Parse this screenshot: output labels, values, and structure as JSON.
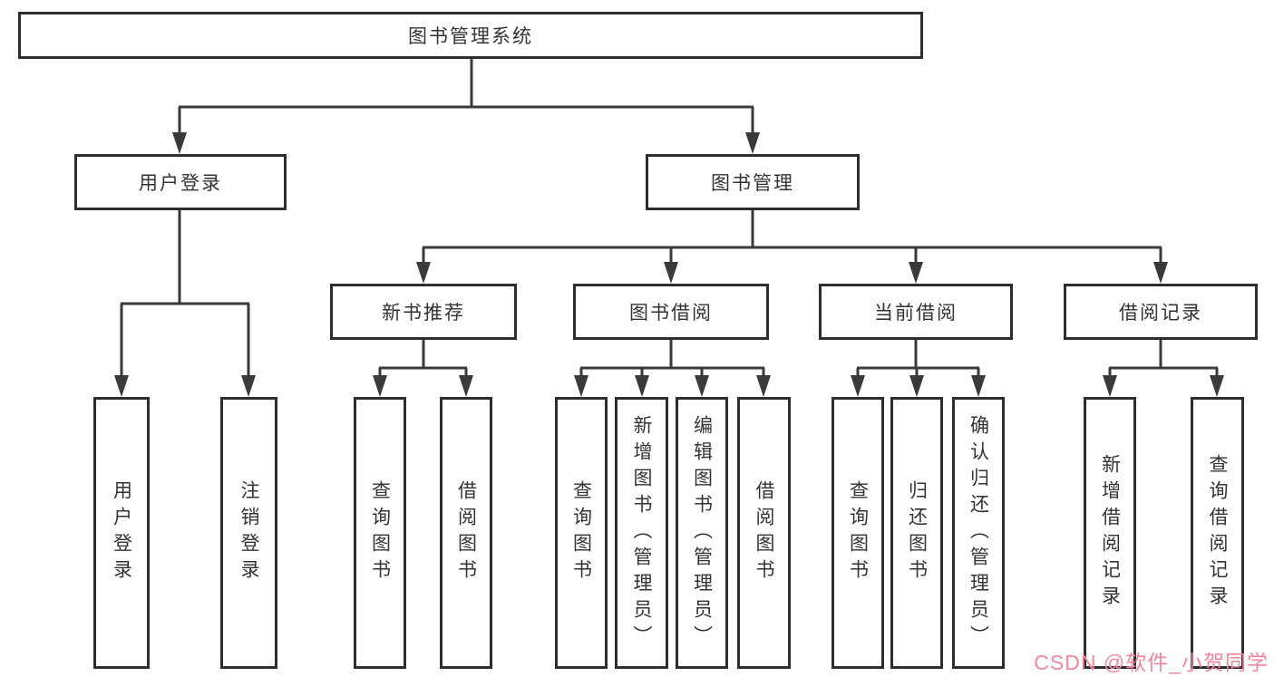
{
  "colors": {
    "box_border": "#2e2e2e",
    "connector_line": "#3a3a3a",
    "text": "#333333",
    "watermark_pink": "#f2879c",
    "background": "#ffffff"
  },
  "watermark": {
    "text": "CSDN @软件_小贺同学"
  },
  "tree": {
    "root": {
      "label": "图书管理系统"
    },
    "level2": [
      {
        "label": "用户登录",
        "children": [
          {
            "label": "用户登录"
          },
          {
            "label": "注销登录"
          }
        ]
      },
      {
        "label": "图书管理",
        "children": [
          {
            "label": "新书推荐",
            "children": [
              {
                "label": "查询图书"
              },
              {
                "label": "借阅图书"
              }
            ]
          },
          {
            "label": "图书借阅",
            "children": [
              {
                "label": "查询图书"
              },
              {
                "label": "新增图书（管理员）"
              },
              {
                "label": "编辑图书（管理员）"
              },
              {
                "label": "借阅图书"
              }
            ]
          },
          {
            "label": "当前借阅",
            "children": [
              {
                "label": "查询图书"
              },
              {
                "label": "归还图书"
              },
              {
                "label": "确认归还（管理员）"
              }
            ]
          },
          {
            "label": "借阅记录",
            "children": [
              {
                "label": "新增借阅记录"
              },
              {
                "label": "查询借阅记录"
              }
            ]
          }
        ]
      }
    ]
  }
}
